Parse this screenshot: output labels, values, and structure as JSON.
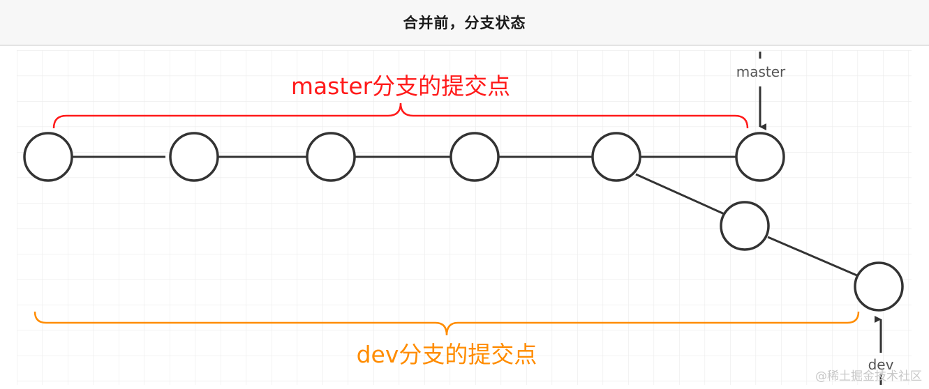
{
  "header": {
    "title": "合并前，分支状态"
  },
  "diagram": {
    "master_brace_label": "master分支的提交点",
    "dev_brace_label": "dev分支的提交点",
    "master_pointer_label": "master",
    "dev_pointer_label": "dev"
  },
  "colors": {
    "master_brace": "#ff1a1a",
    "dev_brace": "#ff8c00",
    "node_stroke": "#333333",
    "edge": "#333333",
    "grid": "#ebebeb"
  },
  "watermark": "@稀土掘金技术社区"
}
